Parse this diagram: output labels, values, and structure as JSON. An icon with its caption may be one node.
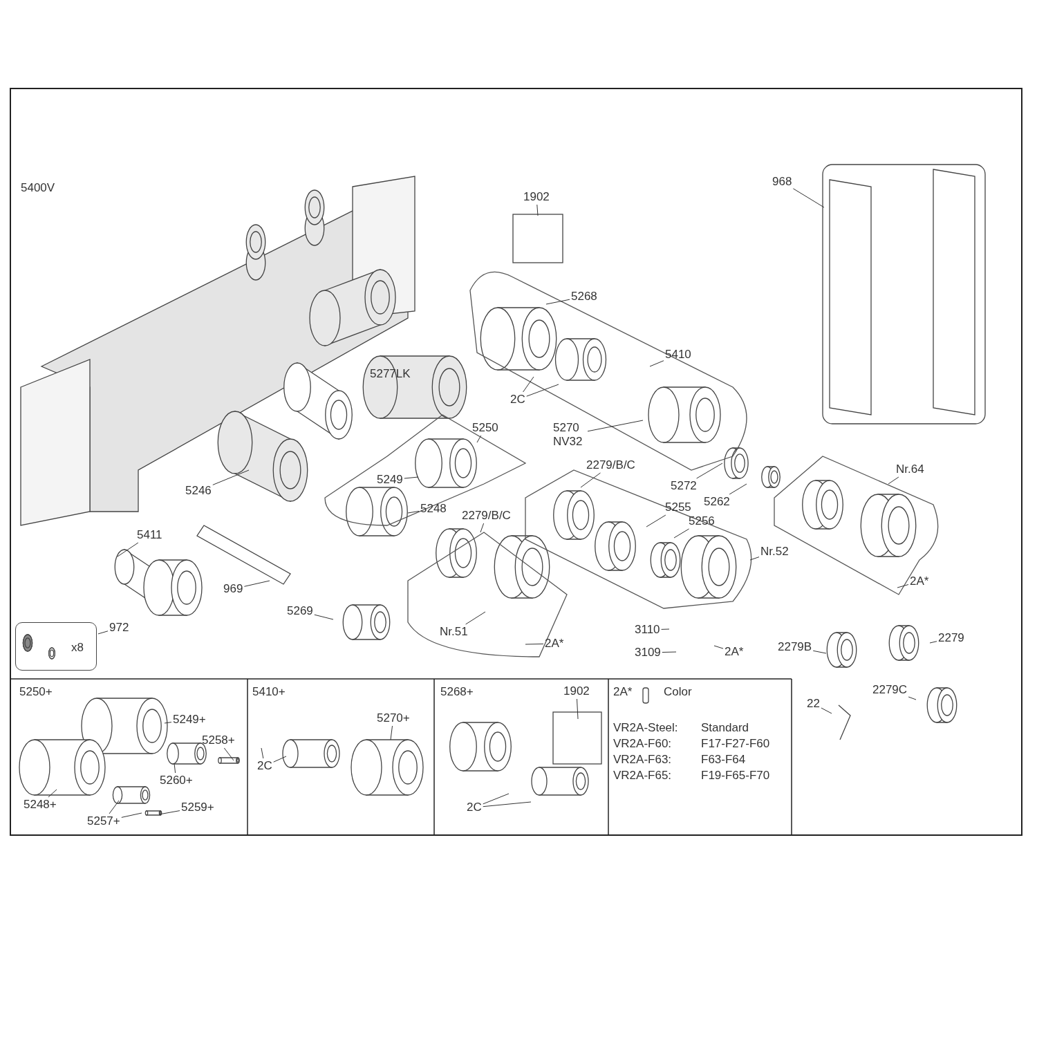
{
  "diagram": {
    "nodes": [
      {
        "text": [
          "1902"
        ]
      },
      {
        "text": [
          "968"
        ]
      },
      {
        "text": [
          "5268"
        ]
      },
      {
        "text": [
          "5410"
        ]
      },
      {
        "text": [
          "2C"
        ]
      },
      {
        "text": [
          "5270 NV32"
        ]
      },
      {
        "text": [
          "5250"
        ]
      },
      {
        "text": [
          "5249"
        ]
      },
      {
        "text": [
          "5246"
        ]
      },
      {
        "text": [
          "5248"
        ]
      },
      {
        "text": [
          "2279/B/C"
        ]
      },
      {
        "text": [
          "2279/B/C"
        ]
      },
      {
        "text": [
          "5272"
        ]
      },
      {
        "text": [
          "5262"
        ]
      },
      {
        "text": [
          "Nr.64"
        ]
      },
      {
        "text": [
          "5255"
        ]
      },
      {
        "text": [
          "5256"
        ]
      },
      {
        "text": [
          "5411"
        ]
      },
      {
        "text": [
          "969"
        ]
      },
      {
        "text": [
          "Nr.52"
        ]
      },
      {
        "text": [
          "5269"
        ]
      },
      {
        "text": [
          "Nr.51"
        ]
      },
      {
        "text": [
          "972"
        ]
      },
      {
        "text": [
          "2A*"
        ]
      },
      {
        "text": [
          "3110"
        ]
      },
      {
        "text": [
          "3109"
        ]
      },
      {
        "text": [
          "2A*"
        ]
      },
      {
        "text": [
          "2A*"
        ]
      },
      {
        "text": [
          "2279B"
        ]
      },
      {
        "text": [
          "2279"
        ]
      },
      {
        "text": [
          "2279C"
        ]
      },
      {
        "text": [
          "22"
        ]
      },
      {
        "text": [
          "5249+"
        ]
      },
      {
        "text": [
          "5258+"
        ]
      },
      {
        "text": [
          "5260+"
        ]
      },
      {
        "text": [
          "5248+"
        ]
      },
      {
        "text": [
          "5259+"
        ]
      },
      {
        "text": [
          "5257+"
        ]
      },
      {
        "text": [
          "5270+"
        ]
      },
      {
        "text": [
          "2C"
        ]
      },
      {
        "text": [
          "1902"
        ]
      },
      {
        "text": [
          "2C"
        ]
      },
      {
        "text": [
          "x8"
        ]
      }
    ],
    "edges": [
      {
        "from": 0,
        "to": null,
        "arrow": "none"
      },
      {
        "from": 1,
        "to": null,
        "arrow": "none"
      },
      {
        "from": 2,
        "to": null,
        "arrow": "none"
      },
      {
        "from": 3,
        "to": null,
        "arrow": "none"
      },
      {
        "from": 4,
        "to": null,
        "arrow": "none"
      },
      {
        "from": 4,
        "to": null,
        "arrow": "none"
      },
      {
        "from": 5,
        "to": null,
        "arrow": "none"
      },
      {
        "from": 6,
        "to": null,
        "arrow": "none"
      },
      {
        "from": 7,
        "to": null,
        "arrow": "none"
      },
      {
        "from": 8,
        "to": null,
        "arrow": "none"
      },
      {
        "from": 9,
        "to": null,
        "arrow": "none"
      },
      {
        "from": 10,
        "to": null,
        "arrow": "none"
      },
      {
        "from": 11,
        "to": null,
        "arrow": "none"
      },
      {
        "from": 12,
        "to": null,
        "arrow": "none"
      },
      {
        "from": 13,
        "to": null,
        "arrow": "none"
      },
      {
        "from": 14,
        "to": null,
        "arrow": "none"
      },
      {
        "from": 15,
        "to": null,
        "arrow": "none"
      },
      {
        "from": 16,
        "to": null,
        "arrow": "none"
      },
      {
        "from": 17,
        "to": null,
        "arrow": "none"
      },
      {
        "from": 18,
        "to": null,
        "arrow": "none"
      },
      {
        "from": 19,
        "to": null,
        "arrow": "none"
      },
      {
        "from": 20,
        "to": null,
        "arrow": "none"
      },
      {
        "from": 21,
        "to": null,
        "arrow": "none"
      },
      {
        "from": 22,
        "to": 42,
        "arrow": "none"
      },
      {
        "from": 23,
        "to": null,
        "arrow": "none"
      },
      {
        "from": 24,
        "to": null,
        "arrow": "none"
      },
      {
        "from": 25,
        "to": null,
        "arrow": "none"
      },
      {
        "from": 26,
        "to": null,
        "arrow": "none"
      },
      {
        "from": 27,
        "to": null,
        "arrow": "none"
      },
      {
        "from": 28,
        "to": null,
        "arrow": "none"
      },
      {
        "from": 29,
        "to": null,
        "arrow": "none"
      },
      {
        "from": 30,
        "to": null,
        "arrow": "none"
      },
      {
        "from": 31,
        "to": null,
        "arrow": "none"
      },
      {
        "from": 32,
        "to": null,
        "arrow": "none"
      },
      {
        "from": 33,
        "to": null,
        "arrow": "none"
      },
      {
        "from": 34,
        "to": null,
        "arrow": "none"
      },
      {
        "from": 35,
        "to": null,
        "arrow": "none"
      },
      {
        "from": 36,
        "to": null,
        "arrow": "none"
      },
      {
        "from": 37,
        "to": null,
        "arrow": "none"
      },
      {
        "from": 37,
        "to": null,
        "arrow": "none"
      },
      {
        "from": 38,
        "to": null,
        "arrow": "none"
      },
      {
        "from": 39,
        "to": null,
        "arrow": "none"
      },
      {
        "from": 39,
        "to": null,
        "arrow": "none"
      },
      {
        "from": 40,
        "to": null,
        "arrow": "none"
      },
      {
        "from": 41,
        "to": null,
        "arrow": "none"
      },
      {
        "from": 41,
        "to": null,
        "arrow": "none"
      }
    ],
    "labels": [
      "5400V",
      "5277LK",
      "5250+",
      "5410+",
      "5268+",
      "2A*",
      "Color",
      "VR2A-Steel:",
      "Standard",
      "VR2A-F60:",
      "F17-F27-F60",
      "VR2A-F63:",
      "F63-F64",
      "VR2A-F65:",
      "F19-F65-F70"
    ]
  }
}
